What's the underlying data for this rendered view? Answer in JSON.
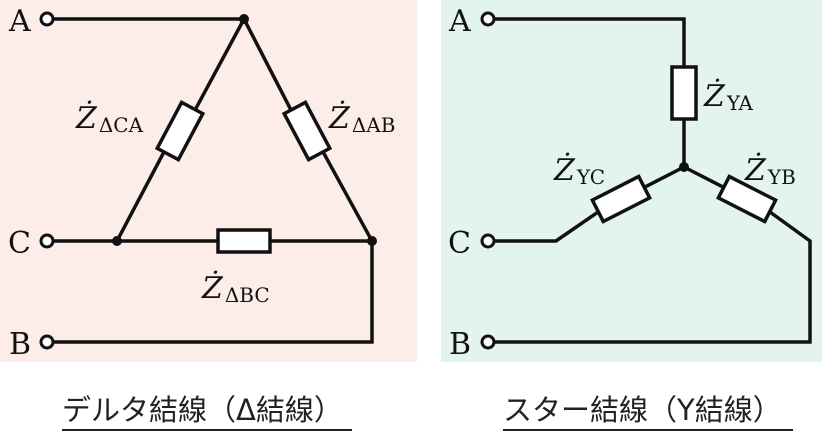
{
  "colors": {
    "delta_bg": "#fdede8",
    "star_bg": "#e3f4ec",
    "line": "#111111"
  },
  "delta": {
    "terminals": [
      "A",
      "C",
      "B"
    ],
    "impedances": [
      {
        "symbol": "Ż",
        "sub": "ΔCA"
      },
      {
        "symbol": "Ż",
        "sub": "ΔAB"
      },
      {
        "symbol": "Ż",
        "sub": "ΔBC"
      }
    ],
    "caption": "デルタ結線（Δ結線）"
  },
  "star": {
    "terminals": [
      "A",
      "C",
      "B"
    ],
    "impedances": [
      {
        "symbol": "Ż",
        "sub": "YA"
      },
      {
        "symbol": "Ż",
        "sub": "YC"
      },
      {
        "symbol": "Ż",
        "sub": "YB"
      }
    ],
    "caption": "スター結線（Y結線）"
  }
}
